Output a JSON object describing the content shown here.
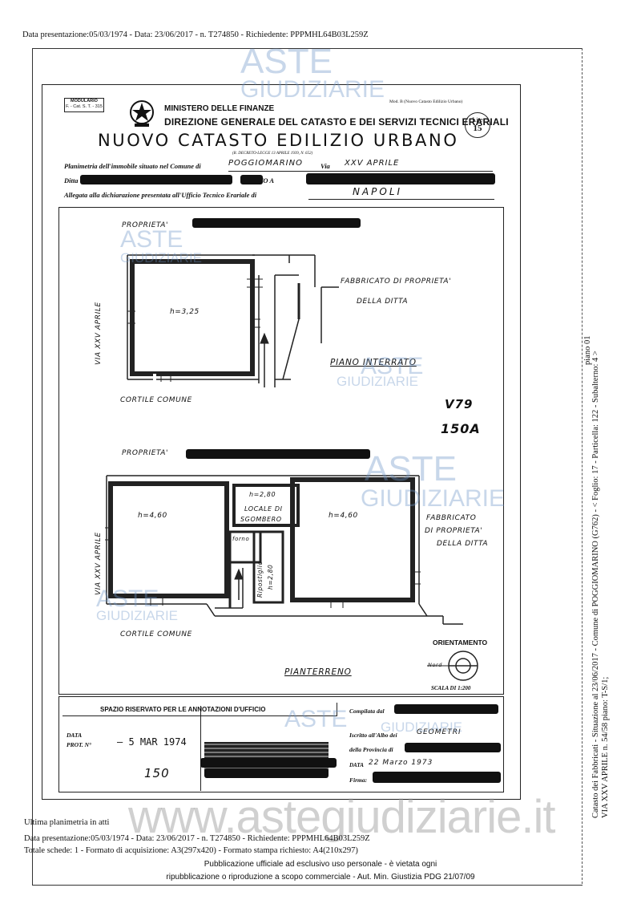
{
  "header_line": "Data presentazione:05/03/1974 - Data: 23/06/2017 - n. T274850 - Richiedente: PPPMHL64B03L259Z",
  "watermark": {
    "aste": "ASTE",
    "giudiziarie": "GIUDIZIARIE",
    "site": "www.astegiudiziarie.it"
  },
  "form": {
    "modulario": "MODULARIO",
    "modulario_sub": "F. - Cat. S. T. - 315",
    "ministry": "MINISTERO DELLE FINANZE",
    "direzione": "DIREZIONE GENERALE DEL CATASTO E DEI SERVIZI TECNICI ERARIALI",
    "mod_b": "Mod. B (Nuovo Catasto Edilizio Urbano)",
    "lire": "Lire",
    "lire_value": "15",
    "title": "NUOVO CATASTO EDILIZIO URBANO",
    "decreto": "(R. DECRETO-LEGGE 13 APRILE 1939, N. 652)",
    "planimetria_label": "Planimetria dell'immobile situato nel Comune di",
    "comune_value": "POGGIOMARINO",
    "via_label": "Via",
    "via_value": "XXV APRILE",
    "ditta_label": "Ditta",
    "nato_label": "NATO A",
    "allegata_label": "Allegata alla dichiarazione presentata all'Ufficio Tecnico Erariale di",
    "allegata_value": "NAPOLI"
  },
  "plan": {
    "proprieta_1": "PROPRIETA'",
    "via_1": "VIA XXV APRILE",
    "room_h_1": "h=3,25",
    "fabbricato_1": "FABBRICATO DI PROPRIETA'",
    "della_ditta_1": "DELLA DITTA",
    "piano_1": "PIANO INTERRATO",
    "cortile_1": "CORTILE COMUNE",
    "annotation_v": "V79",
    "annotation_n": "150A",
    "proprieta_2": "PROPRIETA'",
    "via_2": "VIA XXV APRILE",
    "room_h_2": "h=4,60",
    "room_h_3": "h=2,80",
    "locale": "LOCALE DI",
    "sgombero": "SGOMBERO",
    "forno": "forno",
    "ripostiglio": "Ripostiglio",
    "room_h_4": "h=2,80",
    "room_h_5": "h=4,60",
    "fabbricato_2": "FABBRICATO",
    "di_proprieta_2": "DI PROPRIETA'",
    "della_ditta_2": "DELLA DITTA",
    "cortile_2": "CORTILE COMUNE",
    "orientamento": "ORIENTAMENTO",
    "nord": "Nord",
    "piano_2": "PIANTERRENO",
    "scala": "SCALA DI 1:200"
  },
  "annotations": {
    "title": "SPAZIO RISERVATO PER LE ANNOTAZIONI D'UFFICIO",
    "data_label": "DATA",
    "prot_label": "PROT. N°",
    "date_value": "5 MAR 1974",
    "number_value": "150",
    "compilata": "Compilata dal",
    "iscritto": "Iscritto all'Albo dei",
    "geometri": "GEOMETRI",
    "provincia": "della Provincia di",
    "data2_label": "DATA",
    "data2_value": "22 Marzo 1973",
    "firma": "Firma:"
  },
  "side": {
    "line1": "Catasto dei Fabbricati - Situazione al 23/06/2017 - Comune di POGGIOMARINO (G762) - < Foglio: 17 - Particella: 122 - Subalterno: 4 >",
    "line2": "VIA XXV APRILE n. 54/58 piano: T-S/1;",
    "piano_label": "piano 01"
  },
  "footer": {
    "ultima": "Ultima planimetria in atti",
    "line1": "Data presentazione:05/03/1974 - Data: 23/06/2017 - n. T274850 - Richiedente: PPPMHL64B03L259Z",
    "line2": "Totale schede: 1 - Formato di acquisizione: A3(297x420) - Formato stampa richiesto: A4(210x297)",
    "pub1": "Pubblicazione ufficiale ad esclusivo uso personale - è vietata ogni",
    "pub2": "ripubblicazione o riproduzione a scopo commerciale - Aut. Min. Giustizia PDG 21/07/09"
  }
}
